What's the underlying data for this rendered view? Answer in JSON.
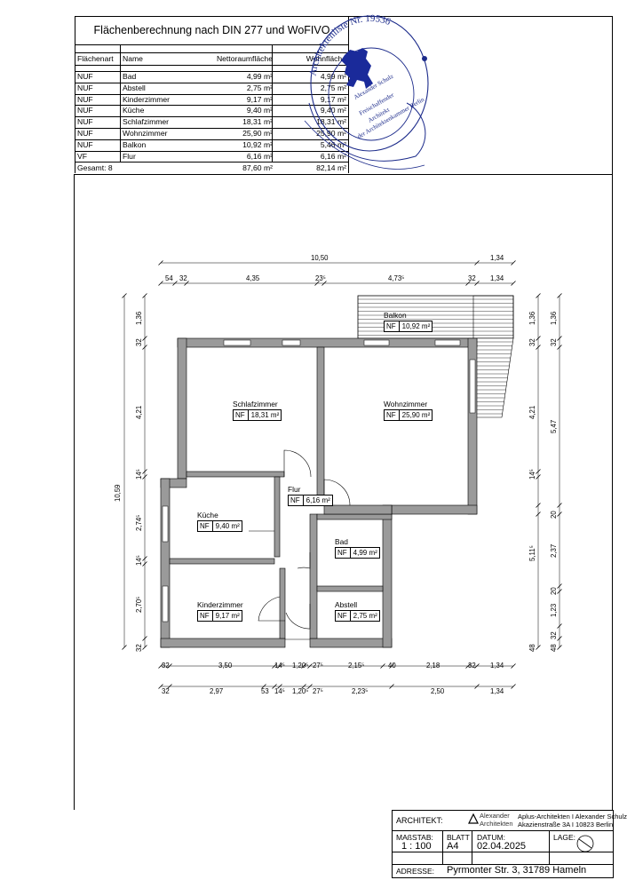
{
  "area_table": {
    "title": "Flächenberechnung nach DIN 277 und WoFIVO",
    "headers": {
      "type": "Flächenart",
      "name": "Name",
      "net": "Nettoraumfläche",
      "wohn": "Wohnfläche"
    },
    "rows": [
      {
        "type": "NUF",
        "name": "Bad",
        "net": "4,99 m²",
        "wohn": "4,99 m²"
      },
      {
        "type": "NUF",
        "name": "Abstell",
        "net": "2,75 m²",
        "wohn": "2,75 m²"
      },
      {
        "type": "NUF",
        "name": "Kinderzimmer",
        "net": "9,17 m²",
        "wohn": "9,17 m²"
      },
      {
        "type": "NUF",
        "name": "Küche",
        "net": "9,40 m²",
        "wohn": "9,40 m²"
      },
      {
        "type": "NUF",
        "name": "Schlafzimmer",
        "net": "18,31 m²",
        "wohn": "18,31 m²"
      },
      {
        "type": "NUF",
        "name": "Wohnzimmer",
        "net": "25,90 m²",
        "wohn": "25,90 m²"
      },
      {
        "type": "NUF",
        "name": "Balkon",
        "net": "10,92 m²",
        "wohn": "5,46 m²"
      },
      {
        "type": "VF",
        "name": "Flur",
        "net": "6,16 m²",
        "wohn": "6,16 m²"
      }
    ],
    "total": {
      "label": "Gesamt: 8",
      "net": "87,60 m²",
      "wohn": "82,14 m²"
    }
  },
  "stamp": {
    "ring_text": "Architektenliste Nr. 19536",
    "inner_lines": [
      "Alexander Schulz",
      "Freischaffender",
      "Architekt",
      "der Architektenkammer Berlin"
    ]
  },
  "rooms": [
    {
      "name": "Balkon",
      "code": "NF",
      "area": "10,92 m²"
    },
    {
      "name": "Schlafzimmer",
      "code": "NF",
      "area": "18,31 m²"
    },
    {
      "name": "Wohnzimmer",
      "code": "NF",
      "area": "25,90 m²"
    },
    {
      "name": "Flur",
      "code": "NF",
      "area": "6,16 m²"
    },
    {
      "name": "Küche",
      "code": "NF",
      "area": "9,40 m²"
    },
    {
      "name": "Bad",
      "code": "NF",
      "area": "4,99 m²"
    },
    {
      "name": "Kinderzimmer",
      "code": "NF",
      "area": "9,17 m²"
    },
    {
      "name": "Abstell",
      "code": "NF",
      "area": "2,75 m²"
    }
  ],
  "dimensions": {
    "top_overall": [
      "10,50",
      "1,34"
    ],
    "top_detail": [
      "54",
      "32",
      "4,35",
      "23⁵",
      "4,73⁵",
      "32",
      "1,34"
    ],
    "bottom_1": [
      "32",
      "3,50",
      "14⁵",
      "1,20⁵",
      "27⁵",
      "2,15⁵",
      "40",
      "2,18",
      "32",
      "1,34"
    ],
    "bottom_2": [
      "32",
      "2,97",
      "53",
      "14⁵",
      "1,20⁵",
      "27⁵",
      "2,23⁵",
      "2,50",
      "1,34"
    ],
    "left_overall": "10,59",
    "left_detail": [
      "1,36",
      "32",
      "4,21",
      "14⁵",
      "2,74⁵",
      "14⁵",
      "2,70⁵",
      "32"
    ],
    "right_1": [
      "1,36",
      "32",
      "4,21",
      "14⁵",
      "20",
      "2,37",
      "20",
      "1,23",
      "32",
      "48"
    ],
    "right_mid": "5,11⁵",
    "right_2": [
      "1,36",
      "32",
      "5,47",
      "48"
    ]
  },
  "title_block": {
    "architect_label": "ARCHITEKT:",
    "logo_line1": "Alexander",
    "logo_line2": "Architekten",
    "firm": "Aplus-Architekten I Alexander Schulz",
    "firm_address": "Akazienstraße 3A I 10823 Berlin",
    "scale_label": "MAßSTAB:",
    "scale": "1 : 100",
    "sheet_label": "BLATT",
    "sheet": "A4",
    "date_label": "DATUM:",
    "date": "02.04.2025",
    "orientation_label": "LAGE:",
    "address_label": "ADRESSE:",
    "address": "Pyrmonter Str. 3, 31789 Hameln"
  },
  "colors": {
    "wall": "#9a9a9a",
    "stamp_ink": "#1b2a8a",
    "stamp_fill": "#1a2a9a"
  }
}
